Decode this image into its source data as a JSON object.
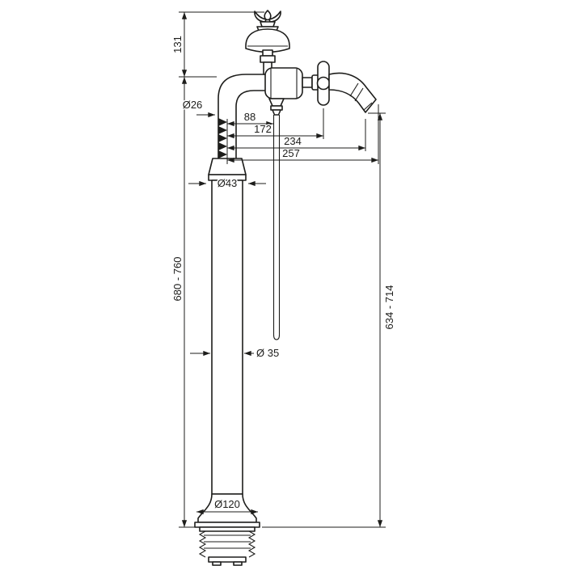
{
  "drawing": {
    "background": "#ffffff",
    "line_color": "#1d1d1b",
    "labels": {
      "top_height": "131",
      "riser_diameter": "Ø26",
      "dim_88": "88",
      "dim_172": "172",
      "dim_234": "234",
      "dim_257": "257",
      "collar_diameter": "Ø43",
      "total_height_range": "680 - 760",
      "column_diameter": "Ø 35",
      "outlet_height_range": "634 - 714",
      "base_diameter": "Ø120"
    }
  }
}
